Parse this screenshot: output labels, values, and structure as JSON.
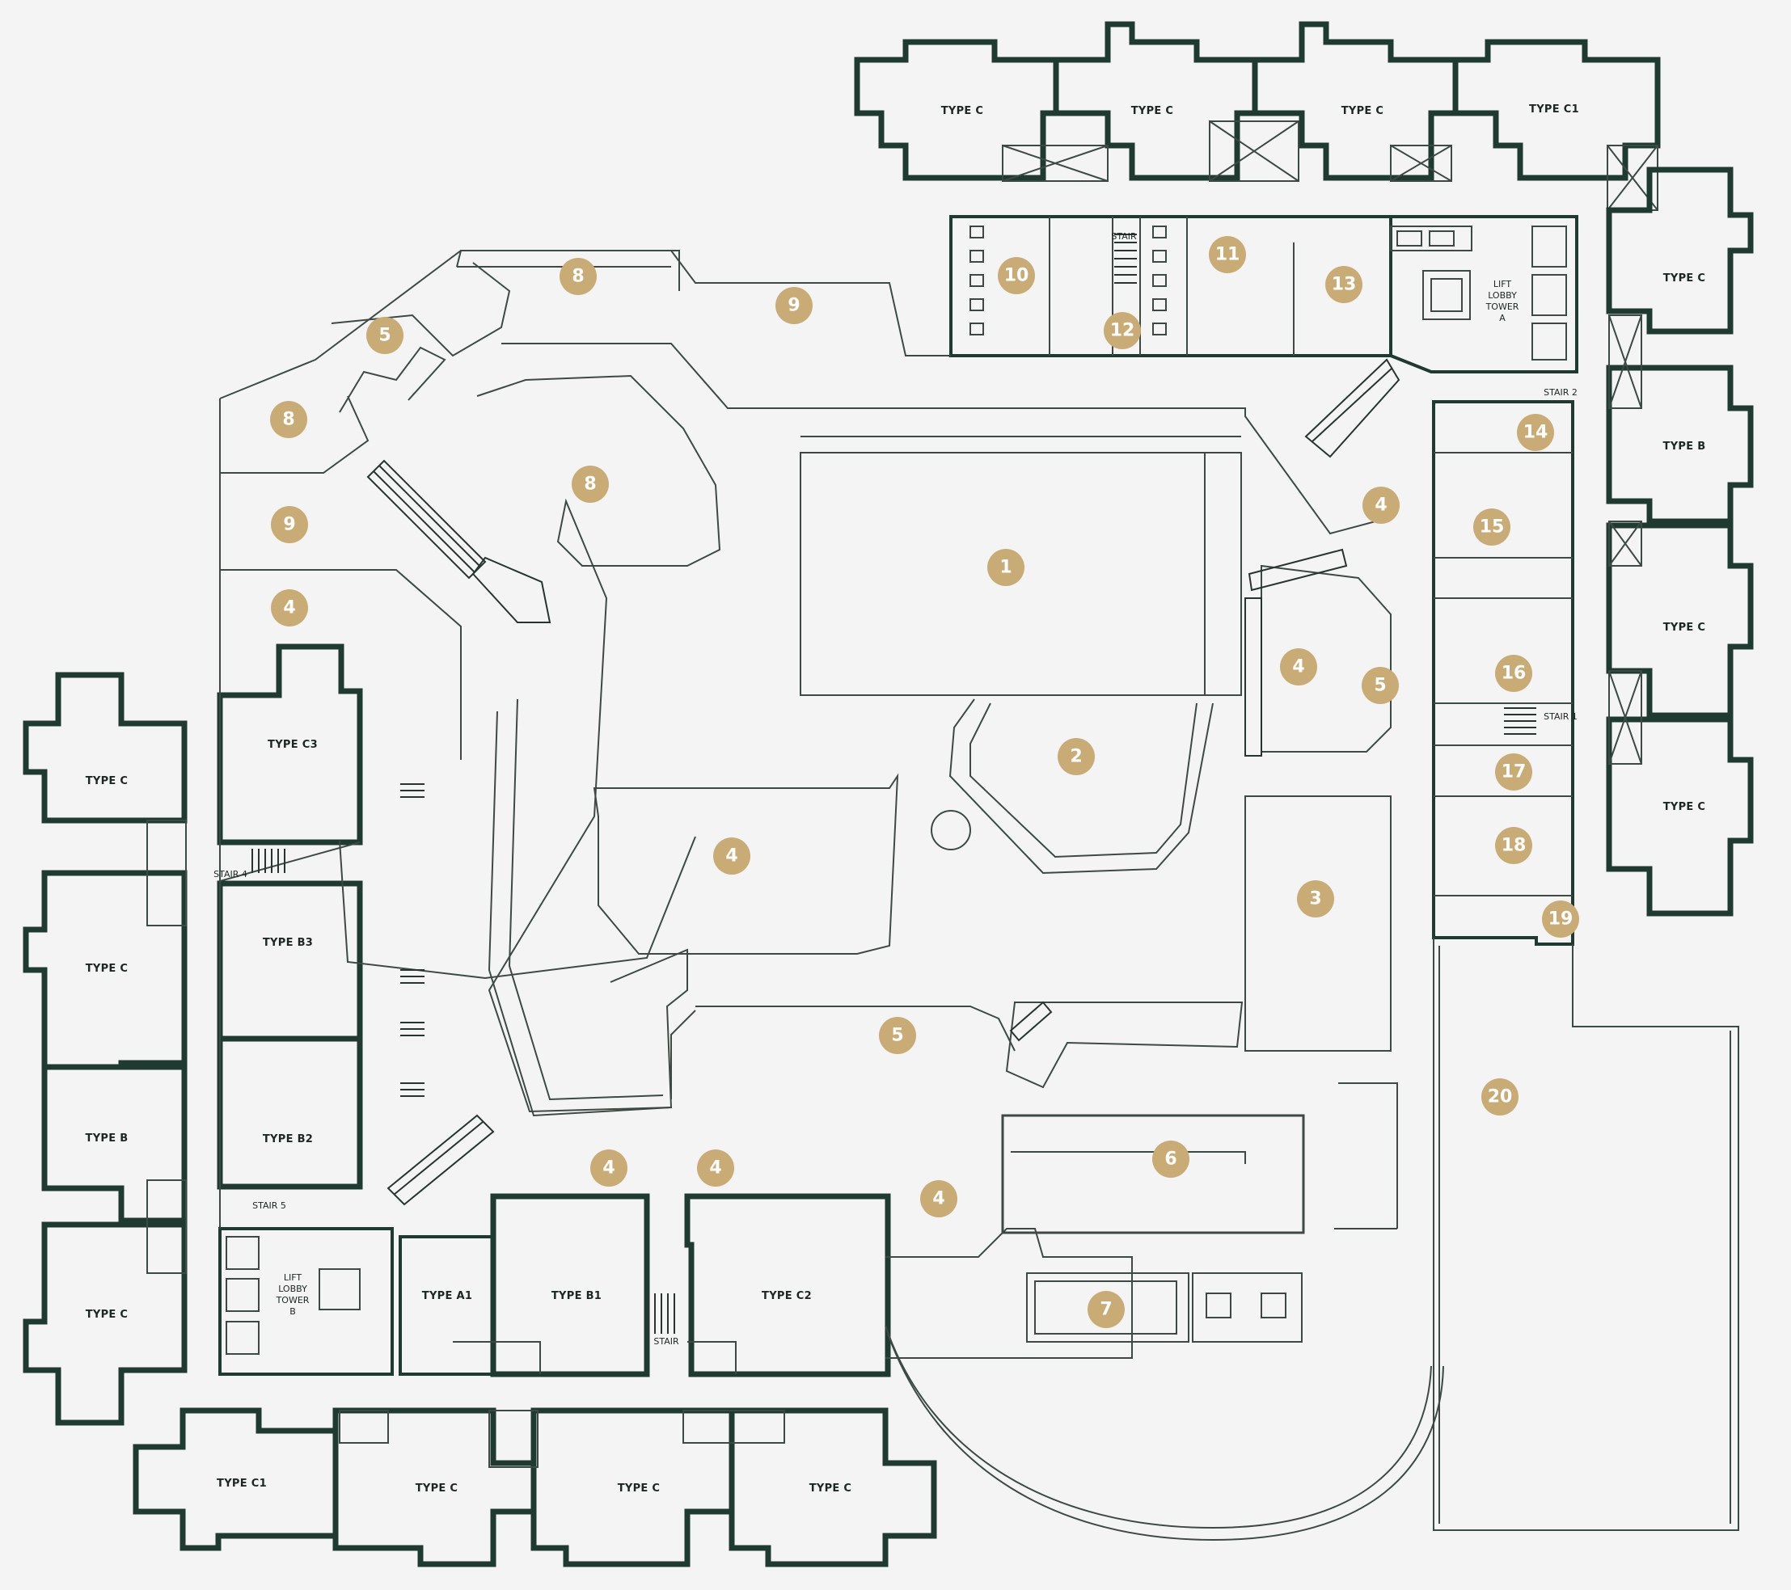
{
  "colors": {
    "background": "#f5f4f4",
    "wall": "#1f3a30",
    "marker": "#c9ab76",
    "marker_text": "#ffffff"
  },
  "units": {
    "top_1": "TYPE C",
    "top_2": "TYPE C",
    "top_3": "TYPE C",
    "top_4": "TYPE C1",
    "right_1": "TYPE C",
    "right_2": "TYPE B",
    "right_3": "TYPE C",
    "right_4": "TYPE C",
    "left_1": "TYPE C",
    "left_2": "TYPE C",
    "left_3": "TYPE B",
    "left_4": "TYPE C",
    "bottom_1": "TYPE C1",
    "bottom_2": "TYPE C",
    "bottom_3": "TYPE C",
    "bottom_4": "TYPE C",
    "inner_c3": "TYPE C3",
    "inner_b3": "TYPE B3",
    "inner_b2": "TYPE B2",
    "inner_a1": "TYPE A1",
    "inner_b1": "TYPE B1",
    "inner_c2": "TYPE C2"
  },
  "labels": {
    "lift_a_1": "LIFT",
    "lift_a_2": "LOBBY",
    "lift_a_3": "TOWER",
    "lift_a_4": "A",
    "lift_b_1": "LIFT",
    "lift_b_2": "LOBBY",
    "lift_b_3": "TOWER",
    "lift_b_4": "B",
    "stair_top": "STAIR",
    "stair_1": "STAIR 1",
    "stair_2": "STAIR 2",
    "stair_4": "STAIR 4",
    "stair_5": "STAIR 5",
    "stair_bottom": "STAIR"
  },
  "markers": {
    "m1": "1",
    "m2": "2",
    "m3": "3",
    "m4a": "4",
    "m4b": "4",
    "m4c": "4",
    "m4d": "4",
    "m4e": "4",
    "m4f": "4",
    "m4g": "4",
    "m5a": "5",
    "m5b": "5",
    "m5c": "5",
    "m6": "6",
    "m7": "7",
    "m8a": "8",
    "m8b": "8",
    "m8c": "8",
    "m9a": "9",
    "m9b": "9",
    "m10": "10",
    "m11": "11",
    "m12": "12",
    "m13": "13",
    "m14": "14",
    "m15": "15",
    "m16": "16",
    "m17": "17",
    "m18": "18",
    "m19": "19",
    "m20": "20"
  }
}
